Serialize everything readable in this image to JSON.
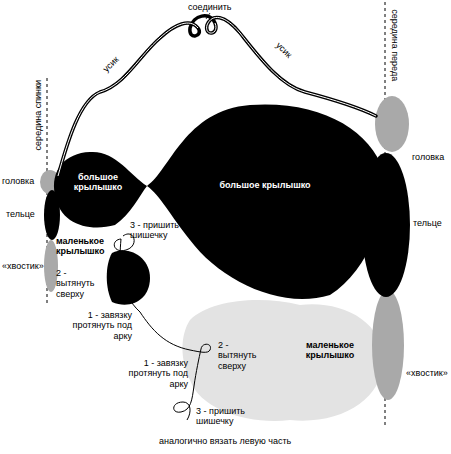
{
  "diagram": {
    "nodes": [
      {
        "text": [
          "большое крылышко"
        ]
      },
      {
        "text": [
          "большое крылышко"
        ]
      },
      {
        "text": [
          "маленькое крылышко"
        ]
      },
      {
        "text": [
          "маленькое крылышко"
        ]
      }
    ],
    "labels": [
      "соединить",
      "усик",
      "усик",
      "середина спинки",
      "середина переда",
      "головка",
      "тельце",
      "«хвостик»",
      "3 - пришить шишечку",
      "2 - вытянуть сверху",
      "1 - завязку протянуть под арку",
      "головка",
      "тельце",
      "«хвостик»",
      "1 - завязку протянуть под арку",
      "2 - вытянуть сверху",
      "3 - пришить шишечку",
      "аналогично вязать левую часть"
    ]
  }
}
